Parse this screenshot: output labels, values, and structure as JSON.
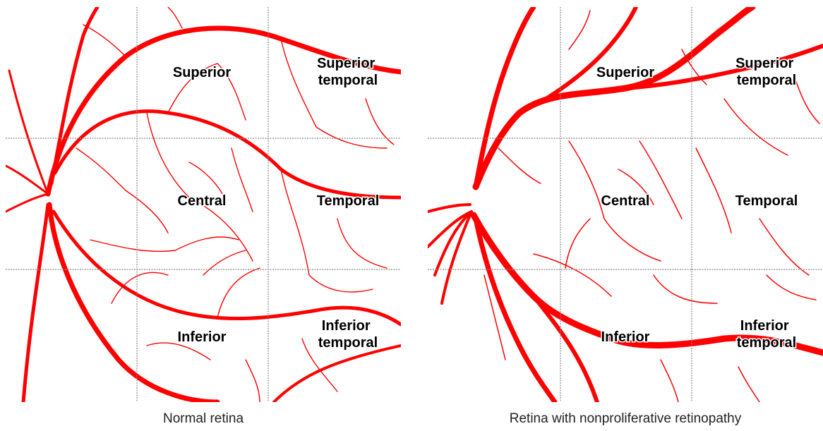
{
  "panels": [
    {
      "caption": "Normal retina",
      "vessel_color": "#ff0000",
      "regions": {
        "superior": "Superior",
        "superior_temporal": [
          "Superior",
          "temporal"
        ],
        "central": "Central",
        "temporal": "Temporal",
        "inferior": "Inferior",
        "inferior_temporal": [
          "Inferior",
          "temporal"
        ]
      }
    },
    {
      "caption": "Retina with nonproliferative retinopathy",
      "vessel_color": "#ff0000",
      "regions": {
        "superior": "Superior",
        "superior_temporal": [
          "Superior",
          "temporal"
        ],
        "central": "Central",
        "temporal": "Temporal",
        "inferior": "Inferior",
        "inferior_temporal": [
          "Inferior",
          "temporal"
        ]
      }
    }
  ]
}
